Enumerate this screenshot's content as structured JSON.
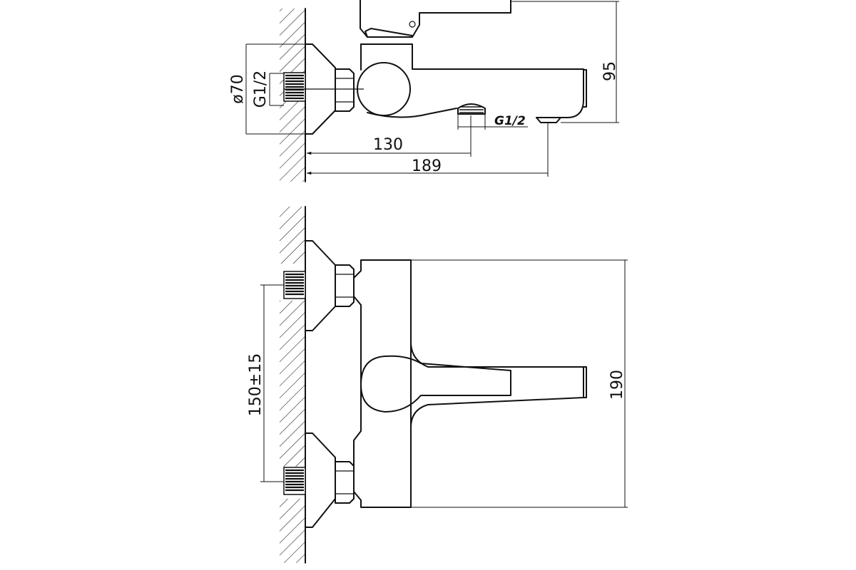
{
  "colors": {
    "line": "#111111",
    "background": "#ffffff"
  },
  "side_view": {
    "dimensions": {
      "flange_diameter": "ø70",
      "inlet_thread": "G1/2",
      "height": "95",
      "outlet_thread": "G1/2",
      "outlet_distance": "130",
      "spout_length": "189"
    }
  },
  "front_view": {
    "dimensions": {
      "centre_distance": "150±15",
      "width": "190"
    }
  }
}
